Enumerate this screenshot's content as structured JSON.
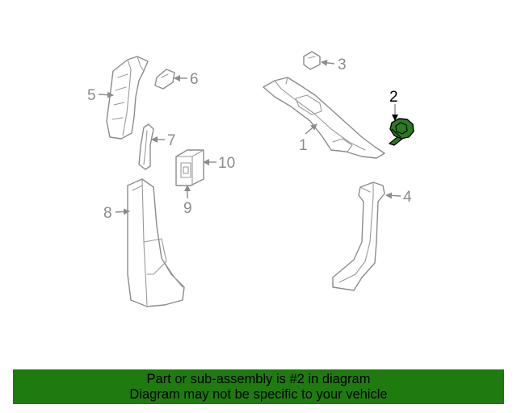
{
  "callouts": {
    "c1": "1",
    "c2": "2",
    "c3": "3",
    "c4": "4",
    "c5": "5",
    "c6": "6",
    "c7": "7",
    "c8": "8",
    "c9": "9",
    "c10": "10"
  },
  "highlighted_part": "2",
  "colors": {
    "banner_bg": "#1f7a10",
    "highlight_part": "#2a7a1e",
    "line_art": "#8c8c8c"
  },
  "banner": {
    "line1": "Part or sub-assembly is #2 in diagram",
    "line2": "Diagram may not be specific to your vehicle"
  }
}
